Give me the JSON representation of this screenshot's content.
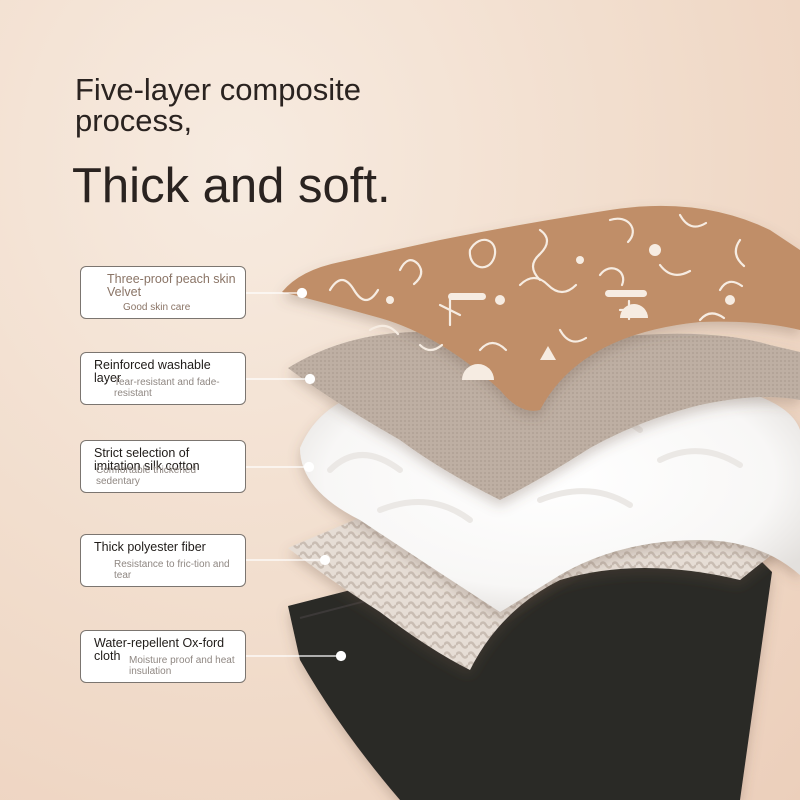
{
  "heading": {
    "line1": "Five-layer composite process,",
    "line2": "Thick and soft."
  },
  "colors": {
    "background": "#f1dccb",
    "top_layer": "#c08e68",
    "suede_layer": "#bfb1a6",
    "cotton_layer": "#ffffff",
    "fiber_layer": "#e4dbd3",
    "oxford_layer": "#2b2928"
  },
  "layers": [
    {
      "title": "Three-proof peach skin Velvet",
      "subtitle": "Good skin care"
    },
    {
      "title": "Reinforced washable layer",
      "subtitle": "Tear-resistant and fade-resistant"
    },
    {
      "title": "Strict selection of imitation silk cotton",
      "subtitle": "Comfortable thickened sedentary"
    },
    {
      "title": "Thick polyester fiber",
      "subtitle": "Resistance to fric-tion and tear"
    },
    {
      "title": "Water-repellent Ox-ford cloth",
      "subtitle": "Moisture proof and heat insulation"
    }
  ]
}
